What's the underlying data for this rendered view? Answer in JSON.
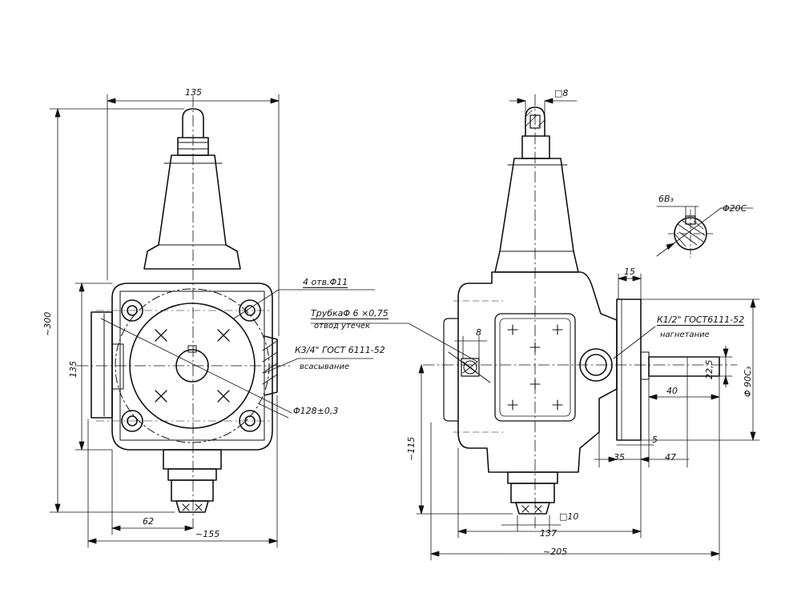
{
  "drawing": {
    "dims": {
      "front_width_top": "135",
      "front_height_total": "~300",
      "front_flange_height": "135",
      "front_bottom_62": "62",
      "front_bottom_155": "~155",
      "side_key_square_top": "□8",
      "side_key_width": "15",
      "side_tube_8": "8",
      "side_115": "~115",
      "side_137": "137",
      "side_205": "~205",
      "side_square_bottom": "□10",
      "side_35": "35",
      "side_47": "47",
      "side_5": "5",
      "side_40": "40",
      "side_22_5": "22,5",
      "side_shaft_diam": "Φ 90С₃",
      "section_key": "6В₃",
      "section_diam": "Φ20С"
    },
    "notes": {
      "holes": "4 отв.Φ11",
      "suction": "К3/4\" ГОСТ 6111-52",
      "suction_sub": "всасывание",
      "bolt_circle": "Φ128±0,3",
      "drain": "ТрубкаΦ 6 ×0,75",
      "drain_sub": "отвод утечек",
      "pressure": "К1/2\" ГОСТ6111-52",
      "pressure_sub": "нагнетание"
    }
  }
}
